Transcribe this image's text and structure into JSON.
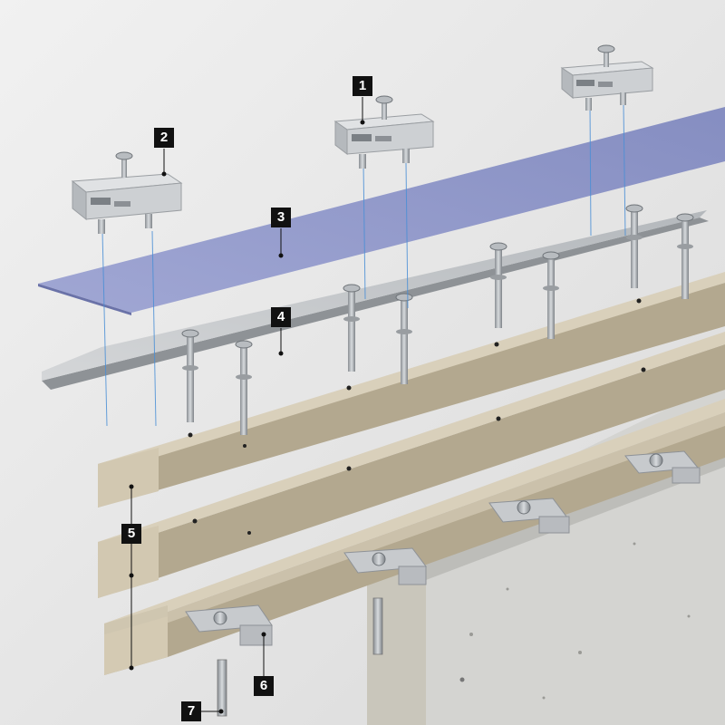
{
  "colors": {
    "background": "#e4e4e4",
    "glass_sheet": "#8f97c9",
    "metal_plate": "#c6c9cc",
    "bracket": "#cfd2d5",
    "screw": "#a9adb1",
    "timber_top": "#cdc3ae",
    "timber_side": "#b1a68e",
    "concrete": "#d2d2cf",
    "guide_line": "#4a8fd6",
    "callout_bg": "#111111",
    "callout_text": "#ffffff"
  },
  "callouts": [
    {
      "id": "bracket-clamp",
      "label": "1"
    },
    {
      "id": "end-bracket",
      "label": "2"
    },
    {
      "id": "glass-sheet",
      "label": "3"
    },
    {
      "id": "metal-plate",
      "label": "4"
    },
    {
      "id": "timber-battens",
      "label": "5"
    },
    {
      "id": "angle-bracket",
      "label": "6"
    },
    {
      "id": "anchor-rod",
      "label": "7"
    }
  ]
}
